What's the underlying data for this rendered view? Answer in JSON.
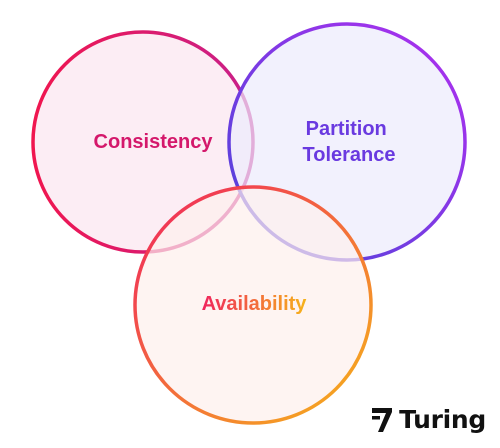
{
  "diagram": {
    "type": "venn",
    "circles": [
      {
        "label_lines": [
          "Consistency"
        ],
        "stroke_from": "#f0164f",
        "stroke_to": "#c8208a",
        "fill": "#fbe6ef",
        "text_color": "#d4186b"
      },
      {
        "label_lines": [
          "Partition",
          "Tolerance"
        ],
        "stroke_from": "#4a44d8",
        "stroke_to": "#b12ff0",
        "fill": "#ecebfc",
        "text_color": "#6a3ae0"
      },
      {
        "label_lines": [
          "Availability"
        ],
        "stroke_from": "#f0245e",
        "stroke_to": "#f6b419",
        "fill": "#fdf0ec",
        "text_color": "#e8503a"
      }
    ]
  },
  "logo": {
    "text": "Turing",
    "icon": "turing-logo-icon",
    "color": "#111111"
  }
}
